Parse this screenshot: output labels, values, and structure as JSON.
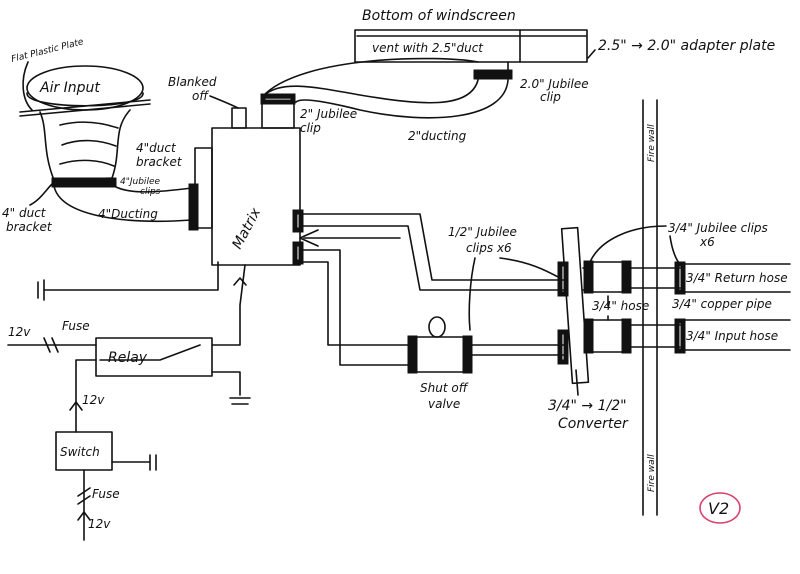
{
  "labels": {
    "bottom_windscreen": "Bottom of windscreen",
    "vent": "vent with 2.5\"duct",
    "adapter_plate": "2.5\" → 2.0\" adapter plate",
    "jubilee_20": "2.0\" Jubilee",
    "jubilee_20_clip": "clip",
    "flat_plastic_plate": "Flat Plastic Plate",
    "air_input": "Air Input",
    "blanked_off_1": "Blanked",
    "blanked_off_2": "off",
    "jubilee_2_1": "2\" Jubilee",
    "jubilee_2_2": "clip",
    "ducting_2": "2\"ducting",
    "duct_bracket_4a_1": "4\"duct",
    "duct_bracket_4a_2": "bracket",
    "jubilee_4_1": "4\"Jubilee",
    "jubilee_4_2": "clips",
    "duct_bracket_4b_1": "4\" duct",
    "duct_bracket_4b_2": "bracket",
    "ducting_4": "4\"Ducting",
    "matrix": "Matrix",
    "jubilee_half_1": "1/2\" Jubilee",
    "jubilee_half_2": "clips x6",
    "jubilee_34_1": "3/4\" Jubilee clips",
    "jubilee_34_2": "x6",
    "return_hose": "3/4\" Return hose",
    "copper_pipe": "3/4\" copper pipe",
    "hose_34": "3/4\" hose",
    "input_hose": "3/4\" Input hose",
    "v12_left": "12v",
    "fuse_top": "Fuse",
    "relay": "Relay",
    "v12_switch": "12v",
    "switch": "Switch",
    "fuse_bottom": "Fuse",
    "v12_bottom": "12v",
    "shut_off_1": "Shut off",
    "shut_off_2": "valve",
    "converter_1": "3/4\" → 1/2\"",
    "converter_2": "Converter",
    "firewall_top": "Fire wall",
    "firewall_bottom": "Fire wall",
    "version": "V2"
  },
  "colors": {
    "ink": "#111111",
    "version_ring": "#d9406a"
  }
}
